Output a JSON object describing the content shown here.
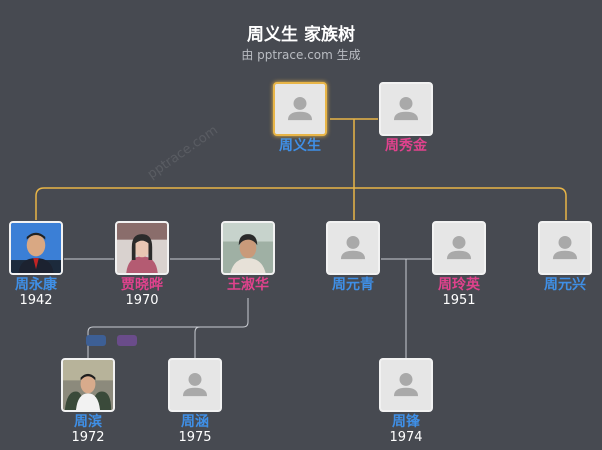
{
  "header": {
    "title": "周义生 家族树",
    "subtitle": "由 pptrace.com 生成",
    "watermark": "pptrace.com"
  },
  "colors": {
    "background": "#474a51",
    "male": "#3f8fe6",
    "female": "#e0428d",
    "primary_link": "#e8b547",
    "secondary_link": "#c9ccd2"
  },
  "people": {
    "zhou_yisheng": {
      "name": "周义生",
      "gender": "male",
      "photo": "placeholder",
      "selected": true
    },
    "zhou_xiujin": {
      "name": "周秀金",
      "gender": "female",
      "photo": "placeholder"
    },
    "zhou_yongkang": {
      "name": "周永康",
      "year": "1942",
      "gender": "male",
      "photo": "portrait"
    },
    "jia_xiaoye": {
      "name": "贾晓晔",
      "year": "1970",
      "gender": "female",
      "photo": "portrait"
    },
    "wang_shuhua": {
      "name": "王淑华",
      "gender": "female",
      "photo": "portrait"
    },
    "zhou_yuanqing": {
      "name": "周元青",
      "gender": "male",
      "photo": "placeholder"
    },
    "zhou_lingying": {
      "name": "周玲英",
      "year": "1951",
      "gender": "female",
      "photo": "placeholder"
    },
    "zhou_yuanxing": {
      "name": "周元兴",
      "gender": "male",
      "photo": "placeholder"
    },
    "zhou_bin": {
      "name": "周滨",
      "year": "1972",
      "gender": "male",
      "photo": "portrait"
    },
    "zhou_han": {
      "name": "周涵",
      "year": "1975",
      "gender": "male",
      "photo": "placeholder"
    },
    "zhou_feng": {
      "name": "周锋",
      "year": "1974",
      "gender": "male",
      "photo": "placeholder"
    }
  }
}
